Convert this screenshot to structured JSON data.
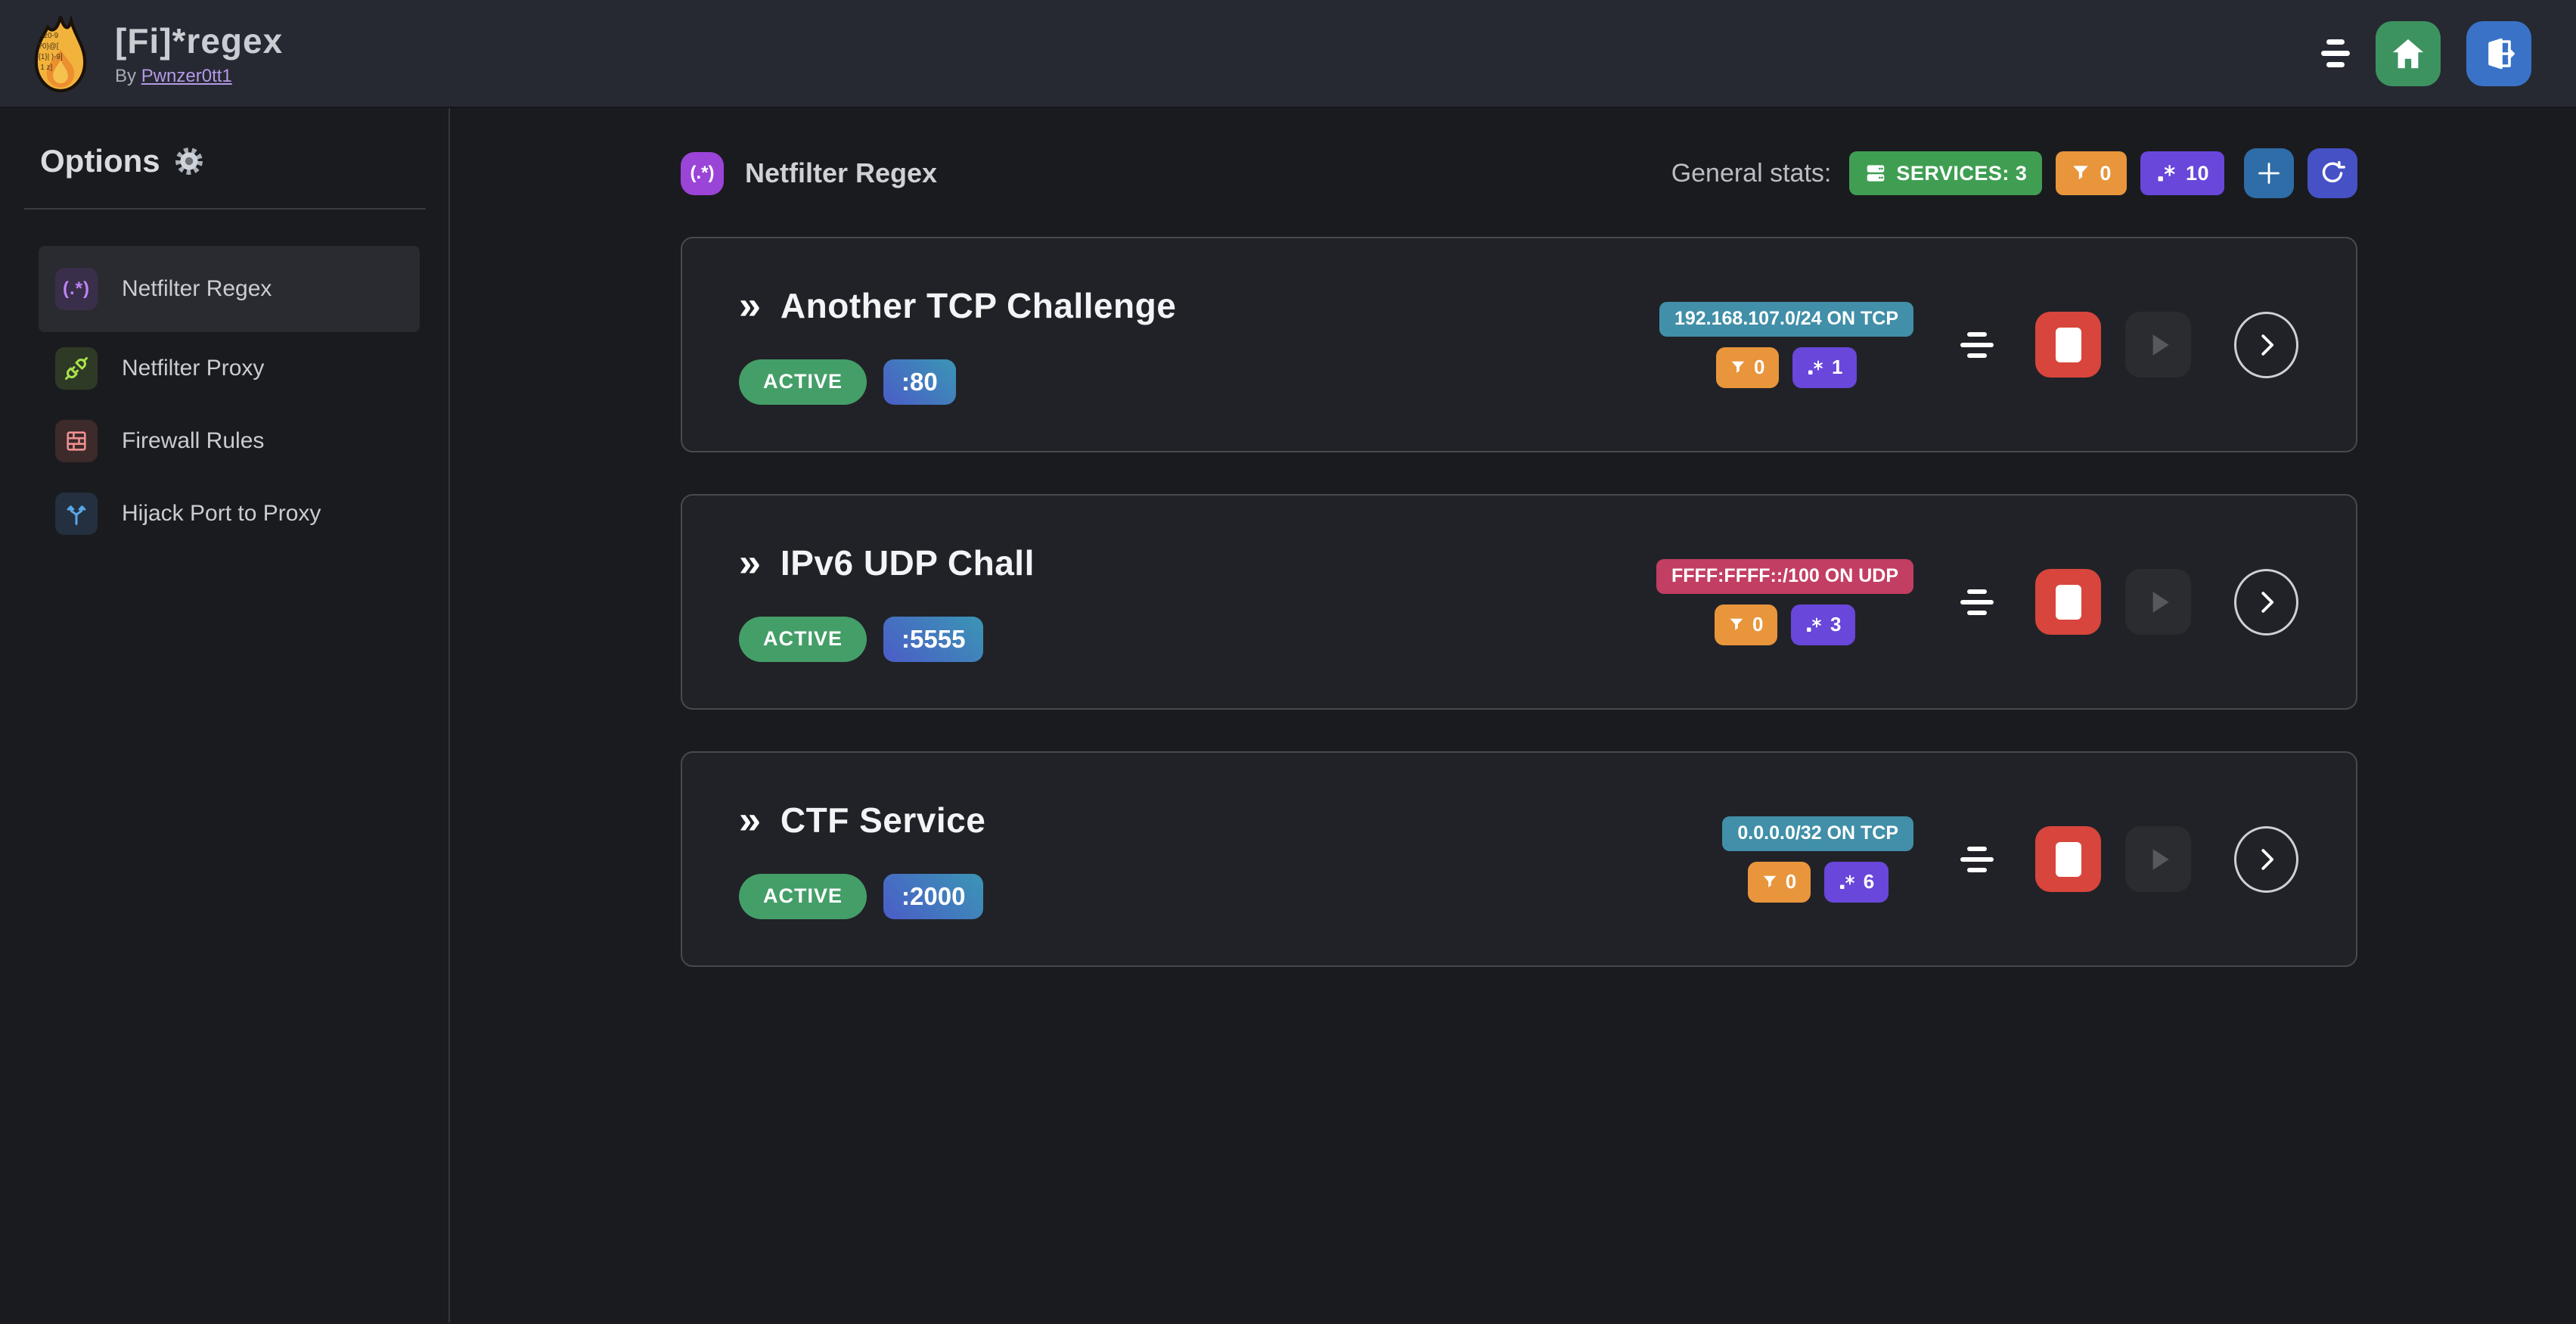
{
  "navbar": {
    "title": "[Fi]*regex",
    "byline_prefix": "By",
    "byline_link": "Pwnzer0tt1"
  },
  "icons": {
    "regex_glyph": "(.*)",
    "double_chevron": "»"
  },
  "sidebar": {
    "heading": "Options",
    "items": [
      {
        "label": "Netfilter Regex"
      },
      {
        "label": "Netfilter Proxy"
      },
      {
        "label": "Firewall Rules"
      },
      {
        "label": "Hijack Port to Proxy"
      }
    ]
  },
  "main": {
    "header": {
      "title": "Netfilter Regex",
      "stats_label": "General stats:",
      "services_badge": "SERVICES: 3",
      "filter_count": "0",
      "regex_count": "10"
    },
    "services": [
      {
        "name": "Another TCP Challenge",
        "status": "ACTIVE",
        "port": ":80",
        "address": "192.168.107.0/24 ON TCP",
        "address_color": "#418fa8",
        "filter_count": "0",
        "regex_count": "1"
      },
      {
        "name": "IPv6 UDP Chall",
        "status": "ACTIVE",
        "port": ":5555",
        "address": "FFFF:FFFF::/100 ON UDP",
        "address_color": "#c23e63",
        "filter_count": "0",
        "regex_count": "3"
      },
      {
        "name": "CTF Service",
        "status": "ACTIVE",
        "port": ":2000",
        "address": "0.0.0.0/32 ON TCP",
        "address_color": "#418fa8",
        "filter_count": "0",
        "regex_count": "6"
      }
    ]
  },
  "colors": {
    "page_bg": "#1a1b1f",
    "navbar_bg": "#262932",
    "card_bg": "#212227",
    "card_border": "#48494e",
    "green_badge": "#3f9e52",
    "orange_badge": "#e8953c",
    "violet_badge": "#6847da",
    "status_green": "#449e68",
    "stop_red": "#d8453c",
    "home_green": "#3d9360",
    "logout_blue": "#3a72c8",
    "add_blue": "#2e6da7",
    "refresh_indigo": "#4551c5",
    "link_purple": "#b49ae6",
    "port_gradient_from": "#4b5cc7",
    "port_gradient_to": "#3a96b5"
  }
}
